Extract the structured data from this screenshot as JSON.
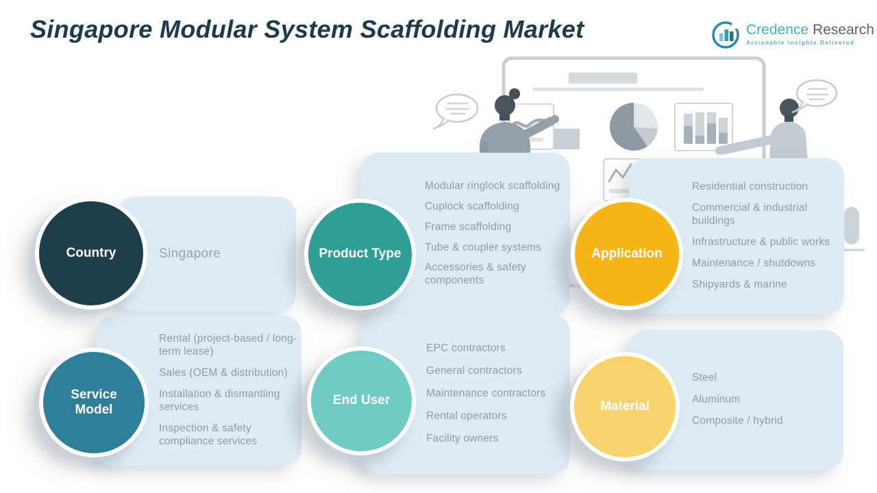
{
  "title": "Singapore Modular System Scaffolding Market",
  "logo": {
    "brand_primary": "Credence",
    "brand_secondary": "Research",
    "tagline": "Actionable Insights Delivered"
  },
  "colors": {
    "title_text": "#1c3b4a",
    "panel_bg": "#dcebf4",
    "panel_text": "#8f99a0",
    "logo_teal": "#45b0bc",
    "logo_dark": "#5a646d",
    "logo_circle": "#2f86ad"
  },
  "groups": [
    {
      "id": "country",
      "label": "Country",
      "circle_color": "#1d3e4a",
      "items": [
        "Singapore"
      ]
    },
    {
      "id": "product-type",
      "label": "Product Type",
      "circle_color": "#2f9e96",
      "items": [
        "Modular ringlock scaffolding",
        "Cuplock scaffolding",
        "Frame scaffolding",
        "Tube & coupler systems",
        "Accessories & safety components"
      ]
    },
    {
      "id": "application",
      "label": "Application",
      "circle_color": "#f7b615",
      "items": [
        "Residential construction",
        "Commercial & industrial buildings",
        "Infrastructure & public works",
        "Maintenance / shutdowns",
        "Shipyards & marine"
      ]
    },
    {
      "id": "service-model",
      "label": "Service Model",
      "circle_color": "#2e7d99",
      "items": [
        "Rental (project-based / long-term lease)",
        "Sales (OEM & distribution)",
        "Installation & dismantling services",
        "Inspection & safety compliance services"
      ]
    },
    {
      "id": "end-user",
      "label": "End User",
      "circle_color": "#6fcbc5",
      "items": [
        "EPC contractors",
        "General contractors",
        "Maintenance contractors",
        "Rental operators",
        "Facility owners"
      ]
    },
    {
      "id": "material",
      "label": "Material",
      "circle_color": "#f8d26a",
      "items": [
        "Steel",
        "Aluminum",
        "Composite / hybrid"
      ]
    }
  ]
}
